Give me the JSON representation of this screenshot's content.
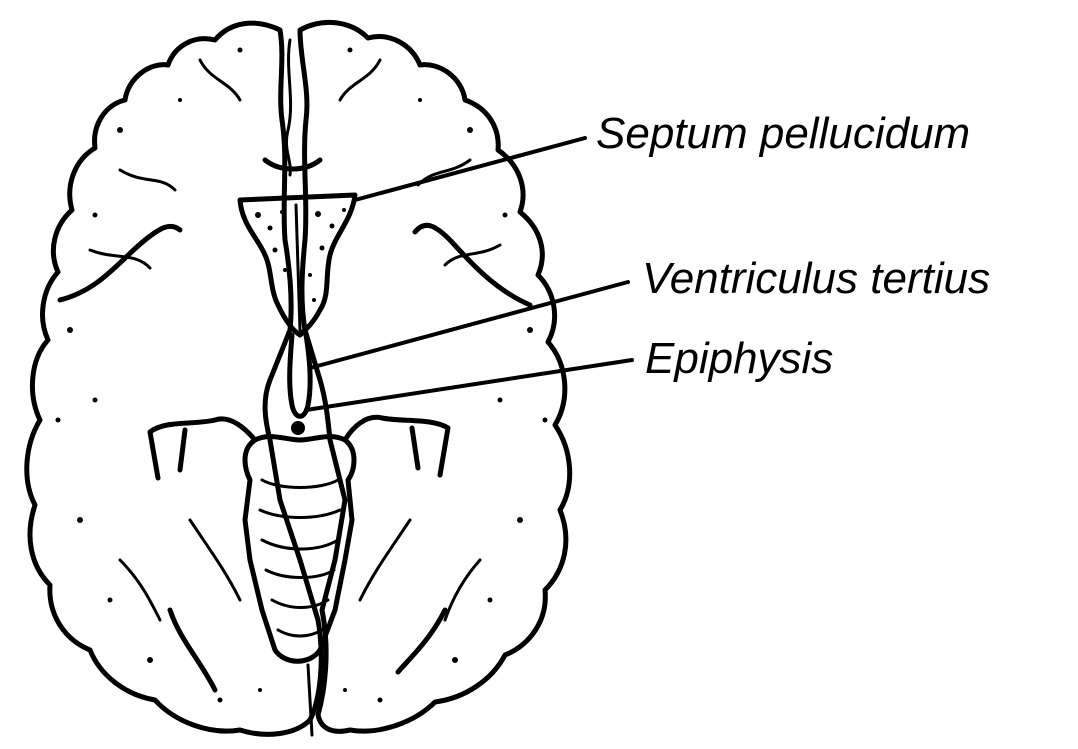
{
  "figure": {
    "labels": {
      "septum": "Septum pellucidum",
      "ventriculus": "Ventriculus tertius",
      "epiphysis": "Epiphysis"
    }
  },
  "colors": {
    "ink": "#000000",
    "background": "#ffffff"
  }
}
